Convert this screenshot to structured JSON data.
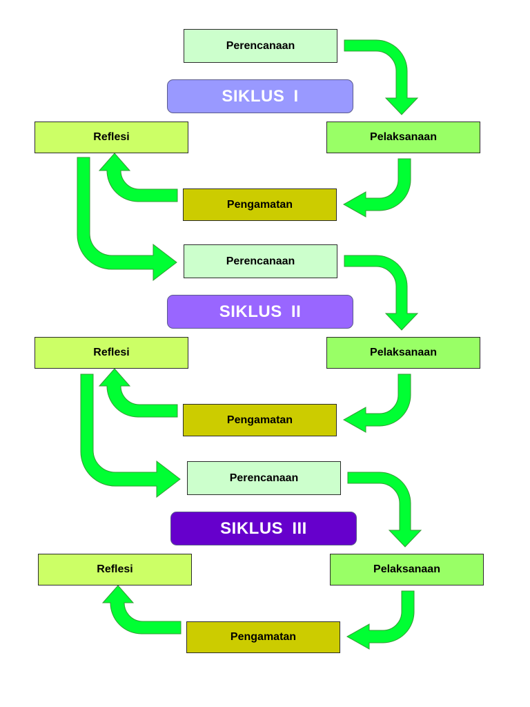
{
  "colors": {
    "perencanaan": "#ccffcc",
    "pelaksanaan": "#99ff66",
    "pengamatan": "#cccc00",
    "refleksi": "#ccff66",
    "arrow_fill": "#00ff33",
    "arrow_stroke": "#339933",
    "siklus_1": "#9999ff",
    "siklus_2": "#9966ff",
    "siklus_3": "#6600cc"
  },
  "cycles": [
    {
      "label": "SIKLUS  I",
      "perencanaan": "Perencanaan",
      "pelaksanaan": "Pelaksanaan",
      "pengamatan": "Pengamatan",
      "refleksi": "Reflesi"
    },
    {
      "label": "SIKLUS  II",
      "perencanaan": "Perencanaan",
      "pelaksanaan": "Pelaksanaan",
      "pengamatan": "Pengamatan",
      "refleksi": "Reflesi"
    },
    {
      "label": "SIKLUS  III",
      "perencanaan": "Perencanaan",
      "pelaksanaan": "Pelaksanaan",
      "pengamatan": "Pengamatan",
      "refleksi": "Reflesi"
    }
  ]
}
